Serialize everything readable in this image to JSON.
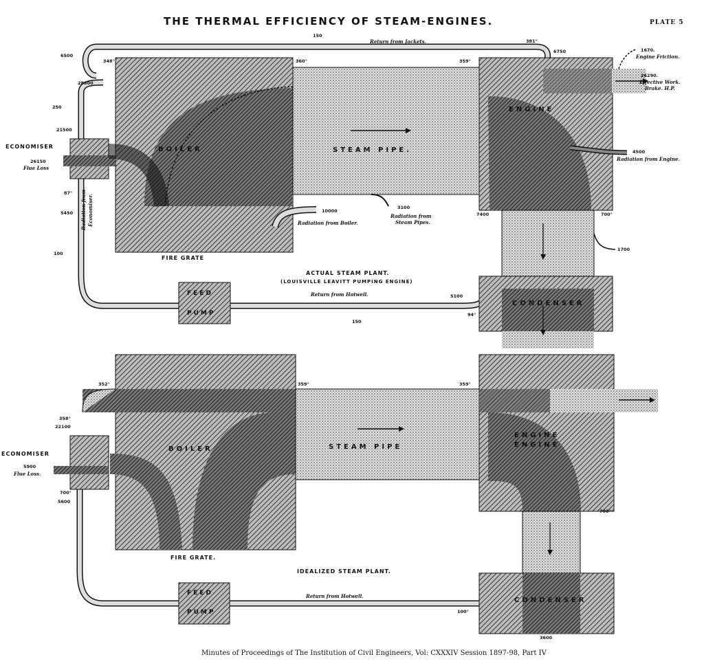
{
  "title": "THE THERMAL EFFICIENCY OF STEAM-ENGINES.",
  "plate": "PLATE 5",
  "footer": "Minutes of Proceedings of The Institution of Civil Engineers, Vol: CXXXIV Session 1897-98, Part IV",
  "actual": {
    "heading": "ACTUAL STEAM PLANT.",
    "subheading": "(LOUISVILLE LEAVITT PUMPING ENGINE)",
    "boiler": "BOILER",
    "steam_pipe": "STEAM PIPE.",
    "engine": "ENGINE",
    "condenser": "CONDENSER",
    "feed_pump_1": "FEED",
    "feed_pump_2": "PUMP",
    "fire_grate": "FIRE GRATE",
    "economiser": "ECONOMISER",
    "return_jackets": "Return from Jackets.",
    "return_hotwell": "Return from Hotwell.",
    "radiation_boiler": "Radiation from Boiler.",
    "radiation_pipes_1": "Radiation from",
    "radiation_pipes_2": "Steam Pipes.",
    "radiation_engine": "Radiation from Engine.",
    "engine_friction": "Engine Friction.",
    "effective_work_1": "Effective Work.",
    "effective_work_2": "Brake. H.P.",
    "flue_loss": "Flue Loss",
    "radiation_economiser_1": "Radiation from",
    "radiation_economiser_2": "Economiser.",
    "values": {
      "v150_top": "150",
      "v381": "381°",
      "v6750": "6750",
      "v1670": "1670.",
      "v26290": "26290.",
      "v4500": "4500",
      "v1700": "1700",
      "v6500": "6500",
      "v28800": "28800",
      "v250": "250",
      "v21500": "21500",
      "v26150": "26150",
      "v87": "87°",
      "v5450": "5450",
      "v100": "100",
      "v10000": "10000",
      "v3100": "3100",
      "v7400": "7400",
      "v700": "700°",
      "v5100": "5100",
      "v150_bot": "150",
      "v94": "94°",
      "v360": "360°",
      "v359": "359°",
      "v348": "348°"
    }
  },
  "ideal": {
    "heading": "IDEALIZED STEAM PLANT.",
    "boiler": "BOILER",
    "steam_pipe": "STEAM PIPE",
    "engine_1": "ENGINE",
    "engine_2": "ENGINE",
    "condenser": "CONDENSER",
    "feed_pump_1": "FEED",
    "feed_pump_2": "PUMP",
    "fire_grate": "FIRE GRATE.",
    "economiser": "ECONOMISER",
    "return_hotwell": "Return from Hotwell.",
    "flue_loss": "Flue Loss.",
    "values": {
      "v359a": "359°",
      "v359b": "359°",
      "v358": "358°",
      "v352": "352°",
      "v22100": "22100",
      "v5900": "5900",
      "v700a": "700°",
      "v5600": "5600",
      "v100": "100°",
      "v700b": "700°",
      "v3600": "3600"
    }
  }
}
